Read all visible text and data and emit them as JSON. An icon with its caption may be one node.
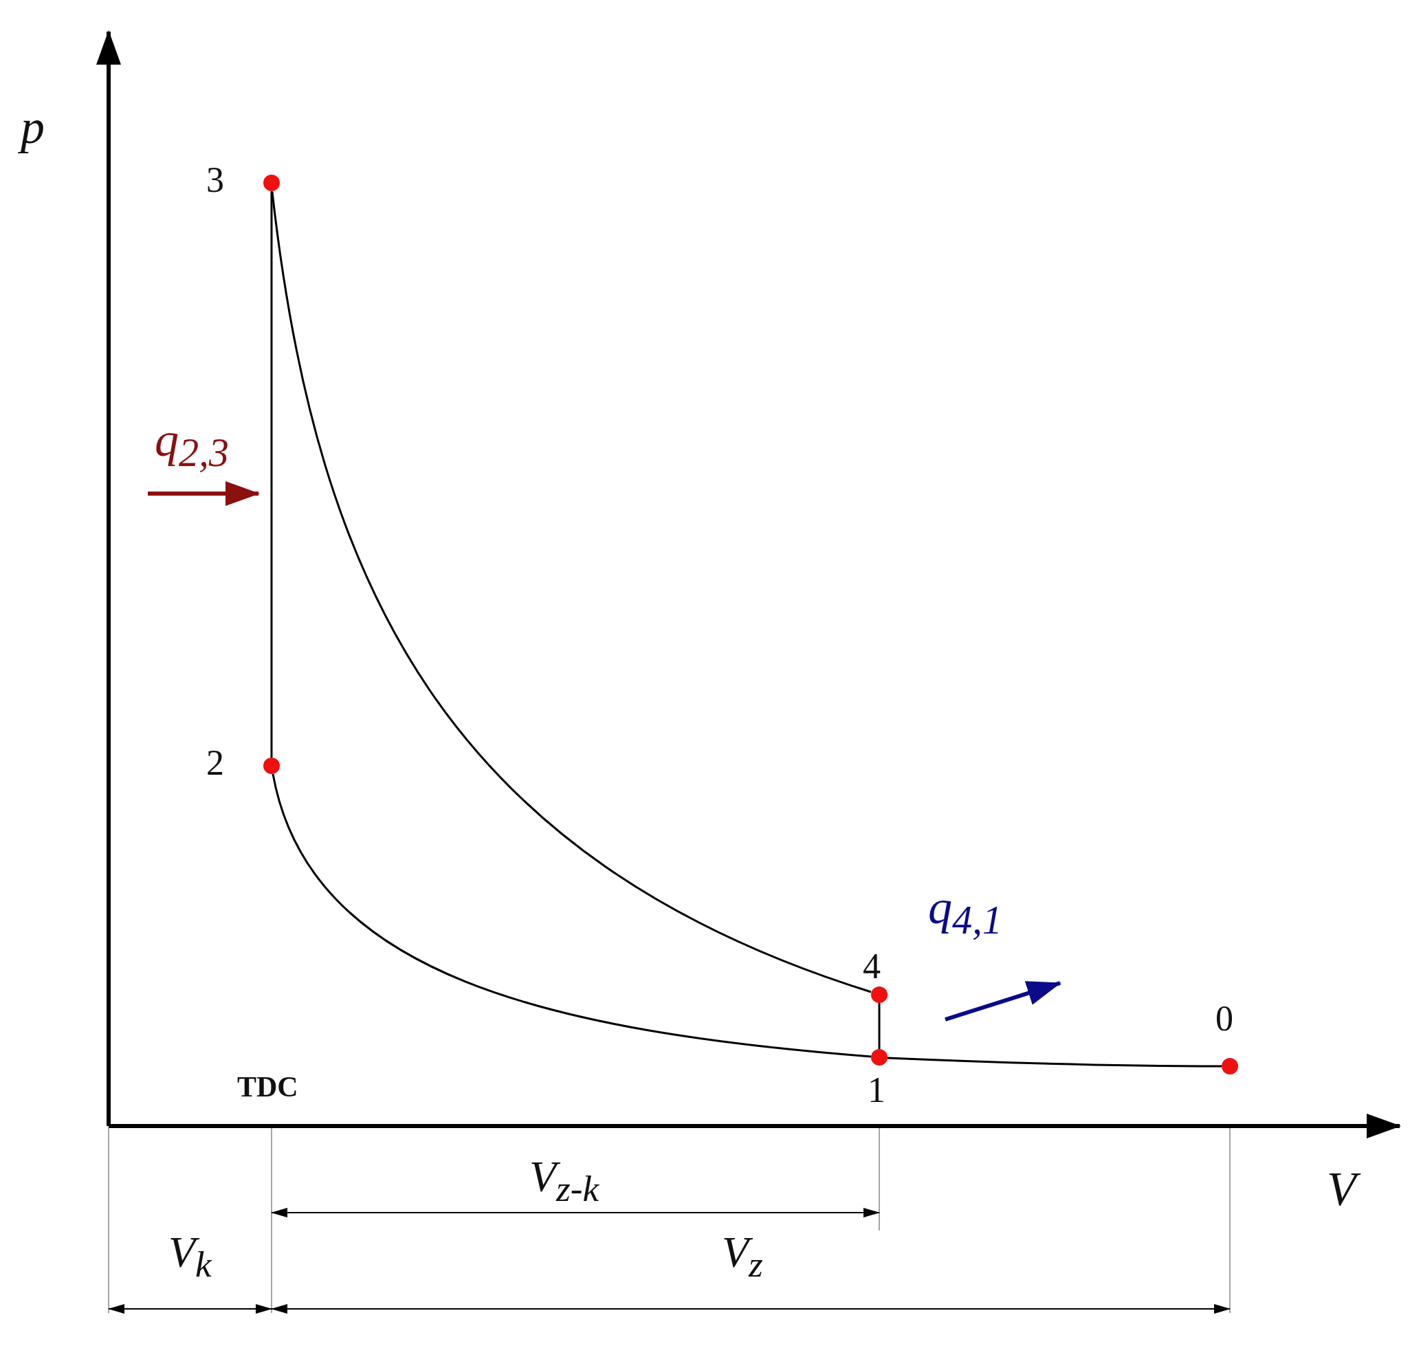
{
  "diagram": {
    "nodes": [
      {
        "text": [],
        "shape": "circle",
        "beside": [
          "3"
        ]
      },
      {
        "text": [],
        "shape": "circle",
        "beside": [
          "2"
        ]
      },
      {
        "text": [],
        "shape": "circle",
        "beside": [
          "4"
        ]
      },
      {
        "text": [],
        "shape": "circle",
        "beside": [
          "1"
        ]
      },
      {
        "text": [],
        "shape": "circle",
        "beside": [
          "0"
        ]
      }
    ],
    "edges": [
      {
        "from": 1,
        "to": 0,
        "arrow": "none"
      },
      {
        "from": 0,
        "to": 2,
        "arrow": "none"
      },
      {
        "from": 2,
        "to": 3,
        "arrow": "none"
      },
      {
        "from": 3,
        "to": 1,
        "arrow": "none"
      },
      {
        "from": 3,
        "to": 4,
        "arrow": "none"
      }
    ],
    "labels": [
      "p",
      "q$_{2,3}$",
      "q$_{4,1}$",
      "TDC",
      "V$_{z-k}$",
      "V",
      "V$_{k}$",
      "V$_{z}$"
    ]
  }
}
